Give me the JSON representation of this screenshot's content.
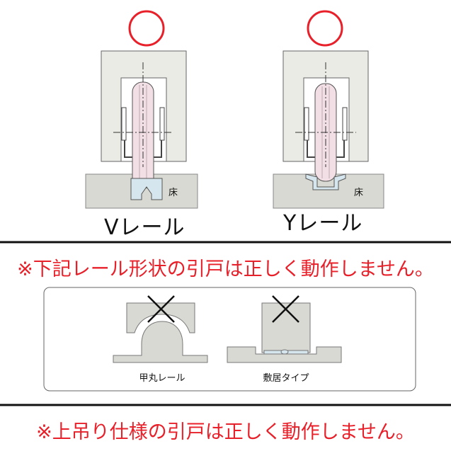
{
  "colors": {
    "ok_circle": "#e8202a",
    "warning_text": "#e8202a",
    "door_fill": "#ebebe6",
    "floor_fill": "#d9d9d4",
    "wheel_fill": "#f2dfe6",
    "rail_fill": "#d6e6ee",
    "divider": "#111111"
  },
  "ok_examples": [
    {
      "mark": "circle",
      "rail_label": "Vレール",
      "floor_label": "床"
    },
    {
      "mark": "circle",
      "rail_label": "Yレール",
      "floor_label": "床"
    }
  ],
  "ng_section": {
    "warning": "※下記レール形状の引戸は正しく動作しません。",
    "examples": [
      {
        "mark": "cross",
        "label": "甲丸レール"
      },
      {
        "mark": "cross",
        "label": "敷居タイプ"
      }
    ]
  },
  "footer_warning": "※上吊り仕様の引戸は正しく動作しません。"
}
